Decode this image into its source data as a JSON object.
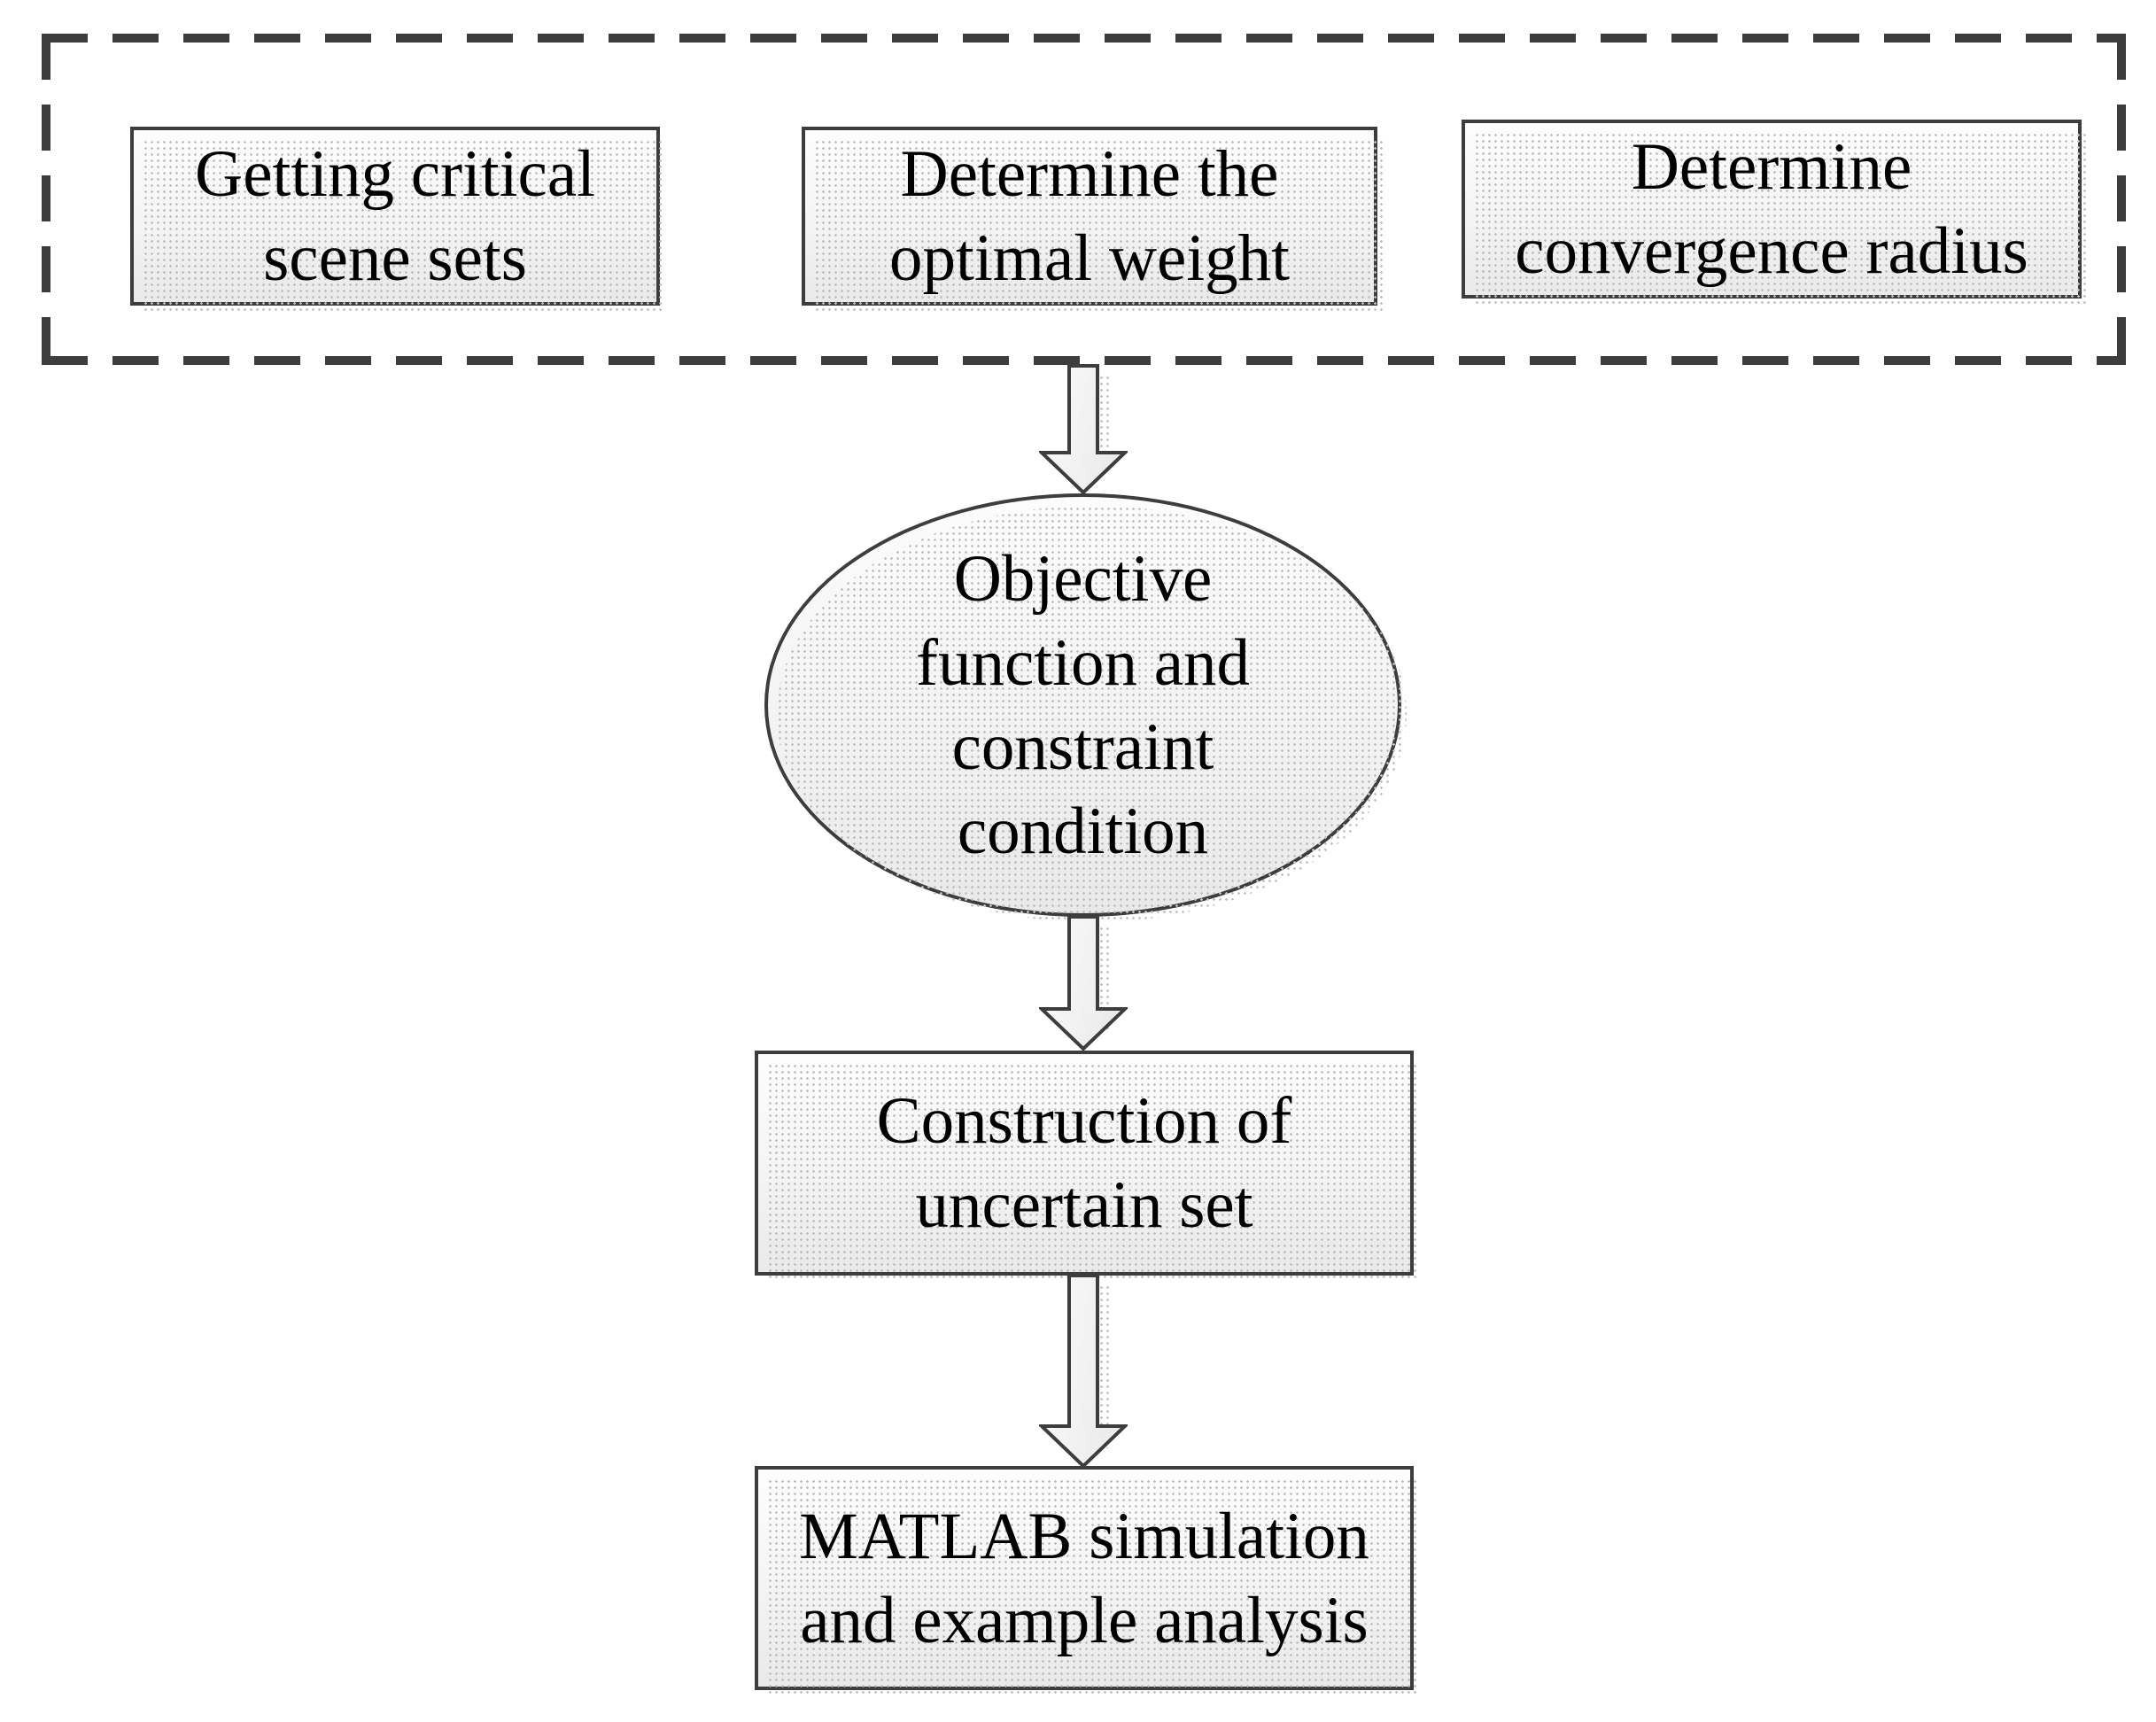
{
  "colors": {
    "background": "#ffffff",
    "border": "#3d3d3d",
    "dash": "#3d3d3d",
    "fill_top": "#fdfdfd",
    "fill_bottom": "#e9e9e9",
    "shadow_dot": "#bfbfbf",
    "text": "#000000"
  },
  "flow": {
    "group": {
      "name": "inputs-group",
      "boxes": [
        {
          "label": "Getting critical scene sets",
          "lines": [
            "Getting critical",
            "scene sets"
          ]
        },
        {
          "label": "Determine the optimal weight",
          "lines": [
            "Determine the",
            "optimal weight"
          ]
        },
        {
          "label": "Determine convergence radius",
          "lines": [
            "Determine",
            "convergence radius"
          ]
        }
      ]
    },
    "ellipse": {
      "label": "Objective function and constraint condition",
      "lines": [
        "Objective",
        "function and",
        "constraint",
        "condition"
      ]
    },
    "construction": {
      "label": "Construction of uncertain set",
      "lines": [
        "Construction of",
        "uncertain set"
      ]
    },
    "matlab": {
      "label": "MATLAB simulation and example analysis",
      "lines": [
        "MATLAB simulation",
        "and example analysis"
      ]
    },
    "edges": [
      {
        "from": "inputs-group",
        "to": "objective-function-ellipse"
      },
      {
        "from": "objective-function-ellipse",
        "to": "construction-uncertain-set-box"
      },
      {
        "from": "construction-uncertain-set-box",
        "to": "matlab-simulation-box"
      }
    ]
  }
}
